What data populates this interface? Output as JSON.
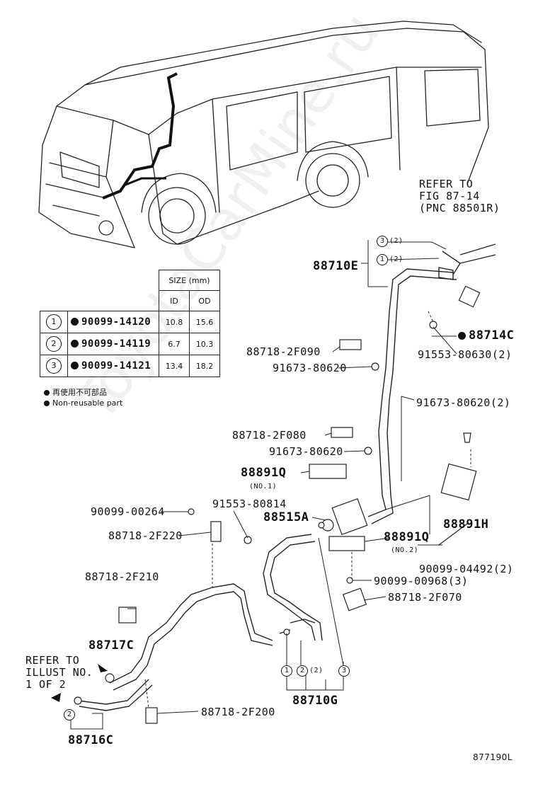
{
  "refer_top": [
    "REFER TO",
    "FIG 87-14",
    "(PNC 88501R)"
  ],
  "refer_left": [
    "REFER TO",
    "ILLUST NO.",
    "1 OF 2"
  ],
  "table": {
    "size_header": "SIZE (mm)",
    "col_id": "ID",
    "col_od": "OD",
    "rows": [
      {
        "n": "1",
        "part": "90099-14120",
        "id": "10.8",
        "od": "15.6"
      },
      {
        "n": "2",
        "part": "90099-14119",
        "id": "6.7",
        "od": "10.3"
      },
      {
        "n": "3",
        "part": "90099-14121",
        "id": "13.4",
        "od": "18.2"
      }
    ]
  },
  "legend": {
    "jp": "再使用不可部品",
    "en": "Non-reusable part"
  },
  "labels": {
    "p88710E": "88710E",
    "p88714C": "88714C",
    "p91553_80630": "91553-80630(2)",
    "p88718_2F090": "88718-2F090",
    "p91673_80620a": "91673-80620",
    "p91673_80620_2": "91673-80620(2)",
    "p88718_2F080": "88718-2F080",
    "p91673_80620b": "91673-80620",
    "p88891Q_1": "88891Q",
    "no1": "(NO.1)",
    "p90099_00264": "90099-00264",
    "p91553_80814": "91553-80814",
    "p88515A": "88515A",
    "p88718_2F220": "88718-2F220",
    "p88891Q_2": "88891Q",
    "no2": "(NO.2)",
    "p88891H": "88891H",
    "p90099_04492": "90099-04492(2)",
    "p90099_00968": "90099-00968(3)",
    "p88718_2F210": "88718-2F210",
    "p88718_2F070": "88718-2F070",
    "p88717C": "88717C",
    "p88718_2F200": "88718-2F200",
    "p88710G": "88710G",
    "p88716C": "88716C",
    "fig": "877190L",
    "x2": "(2)"
  },
  "watermark": "ToyotaCarMine.ru"
}
